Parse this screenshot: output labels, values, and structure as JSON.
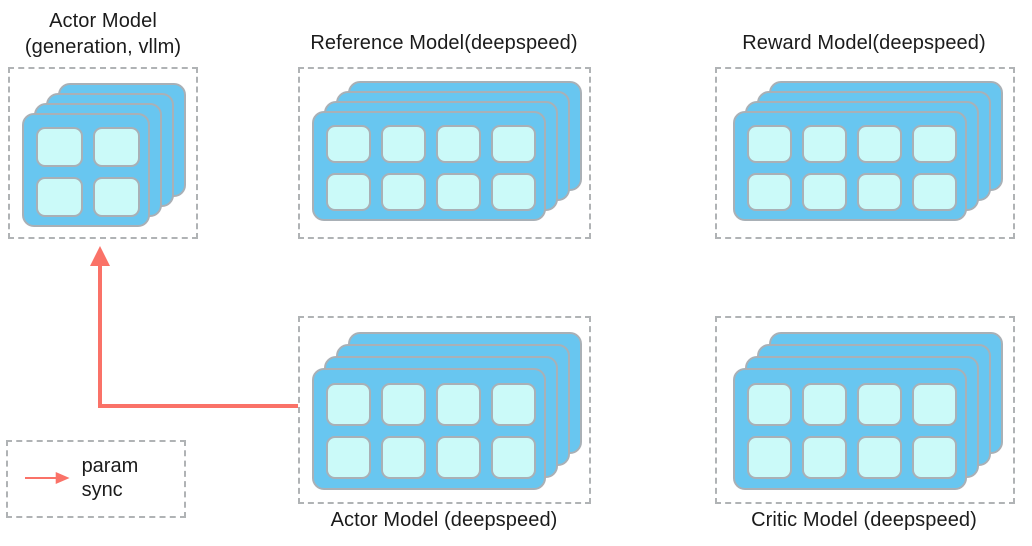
{
  "diagram": {
    "title_hidden": "",
    "background_color": "#ffffff",
    "card_color": "#68c6f0",
    "cell_color": "#cbfaf9",
    "card_border_color": "#a9b0b6",
    "group_border_color": "#b0b3b5",
    "arrow_color": "#fa7268"
  },
  "groups": [
    {
      "id": "actor-vllm",
      "caption": "Actor Model\n(generation, vllm)",
      "caption_position": "top",
      "stack_count": 4,
      "grid_cols": 2,
      "grid_rows": 2,
      "cell_count": 4
    },
    {
      "id": "reference",
      "caption": "Reference Model(deepspeed)",
      "caption_position": "top",
      "stack_count": 4,
      "grid_cols": 4,
      "grid_rows": 2,
      "cell_count": 8
    },
    {
      "id": "reward",
      "caption": "Reward Model(deepspeed)",
      "caption_position": "top",
      "stack_count": 4,
      "grid_cols": 4,
      "grid_rows": 2,
      "cell_count": 8
    },
    {
      "id": "actor-deepspeed",
      "caption": "Actor Model (deepspeed)",
      "caption_position": "bottom",
      "stack_count": 4,
      "grid_cols": 4,
      "grid_rows": 2,
      "cell_count": 8
    },
    {
      "id": "critic",
      "caption": "Critic Model (deepspeed)",
      "caption_position": "bottom",
      "stack_count": 4,
      "grid_cols": 4,
      "grid_rows": 2,
      "cell_count": 8
    }
  ],
  "connector": {
    "name": "param-sync-arrow",
    "from": "actor-deepspeed",
    "to": "actor-vllm",
    "color": "#fa7268",
    "style": "elbow",
    "arrowhead": "up"
  },
  "legend": {
    "label": "param sync",
    "swatch_color": "#fa7268",
    "swatch_type": "arrow-right"
  }
}
